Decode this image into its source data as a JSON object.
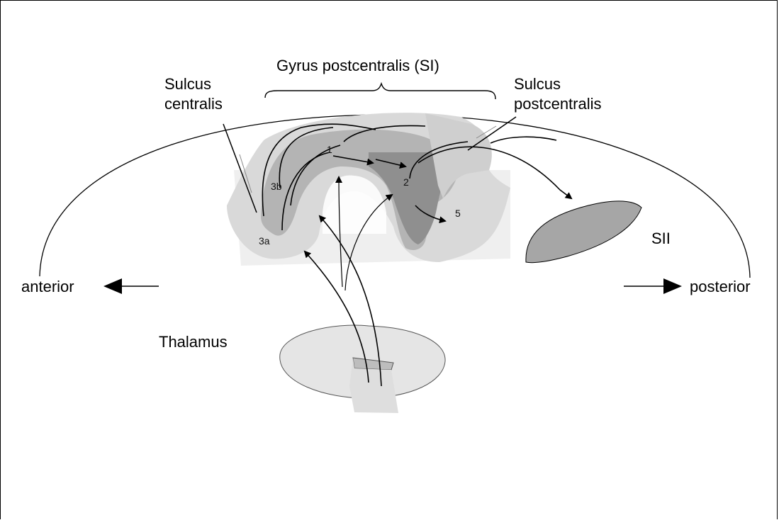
{
  "labels": {
    "gyrus_title": "Gyrus postcentralis (SI)",
    "sulcus_centralis_line1": "Sulcus",
    "sulcus_centralis_line2": "centralis",
    "sulcus_postcentralis_line1": "Sulcus",
    "sulcus_postcentralis_line2": "postcentralis",
    "sii": "SII",
    "anterior": "anterior",
    "posterior": "posterior",
    "thalamus": "Thalamus"
  },
  "areas": {
    "area_1": "1",
    "area_2": "2",
    "area_3a": "3a",
    "area_3b": "3b",
    "area_5": "5"
  },
  "colors": {
    "light_gray": "#d9d9d9",
    "mid_gray": "#b4b4b4",
    "dark_gray": "#8f8f8f",
    "pale_bg": "#efefef",
    "line": "#000000"
  },
  "icons": {
    "anterior_arrow": "arrow-left-icon",
    "posterior_arrow": "arrow-right-icon"
  }
}
